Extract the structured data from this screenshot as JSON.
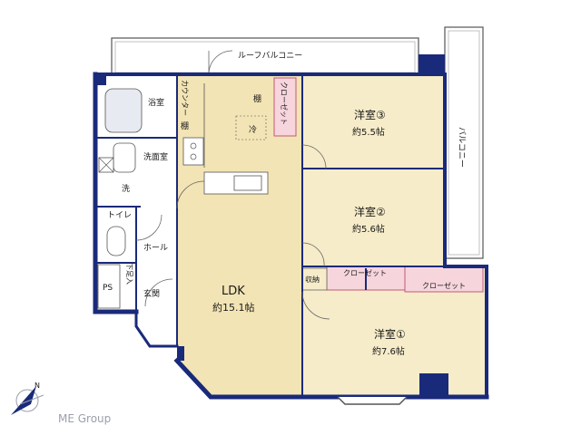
{
  "colors": {
    "wall": "#1a2a7a",
    "ldk_floor": "#f3e4b5",
    "room_floor": "#f6ecc9",
    "wet_floor": "#ffffff",
    "closet_fill": "#f7d5dd",
    "closet_stroke": "#c25a78",
    "balcony_stroke": "#555555",
    "watermark": "#9a9fab"
  },
  "plan": {
    "roof_balcony": "ルーフバルコニー",
    "balcony": "バルコニー",
    "counter": "カウンター",
    "shelf_top": "棚",
    "shelf_left": "棚",
    "fridge": "冷",
    "closet_3": "クローゼット",
    "closet_2": "クローゼット",
    "closet_1": "クローゼット",
    "storage": "収納",
    "bath": "浴室",
    "washroom": "洗面室",
    "washer": "洗",
    "toilet": "トイレ",
    "hall": "ホール",
    "shoe_box": "下足入",
    "ps": "PS",
    "entrance": "玄関",
    "ldk_name": "LDK",
    "ldk_size": "約15.1帖",
    "room3_name": "洋室③",
    "room3_size": "約5.5帖",
    "room2_name": "洋室②",
    "room2_size": "約5.6帖",
    "room1_name": "洋室①",
    "room1_size": "約7.6帖"
  },
  "compass": {
    "icon": "north-arrow-icon",
    "label": "N"
  },
  "watermark": "ME Group"
}
